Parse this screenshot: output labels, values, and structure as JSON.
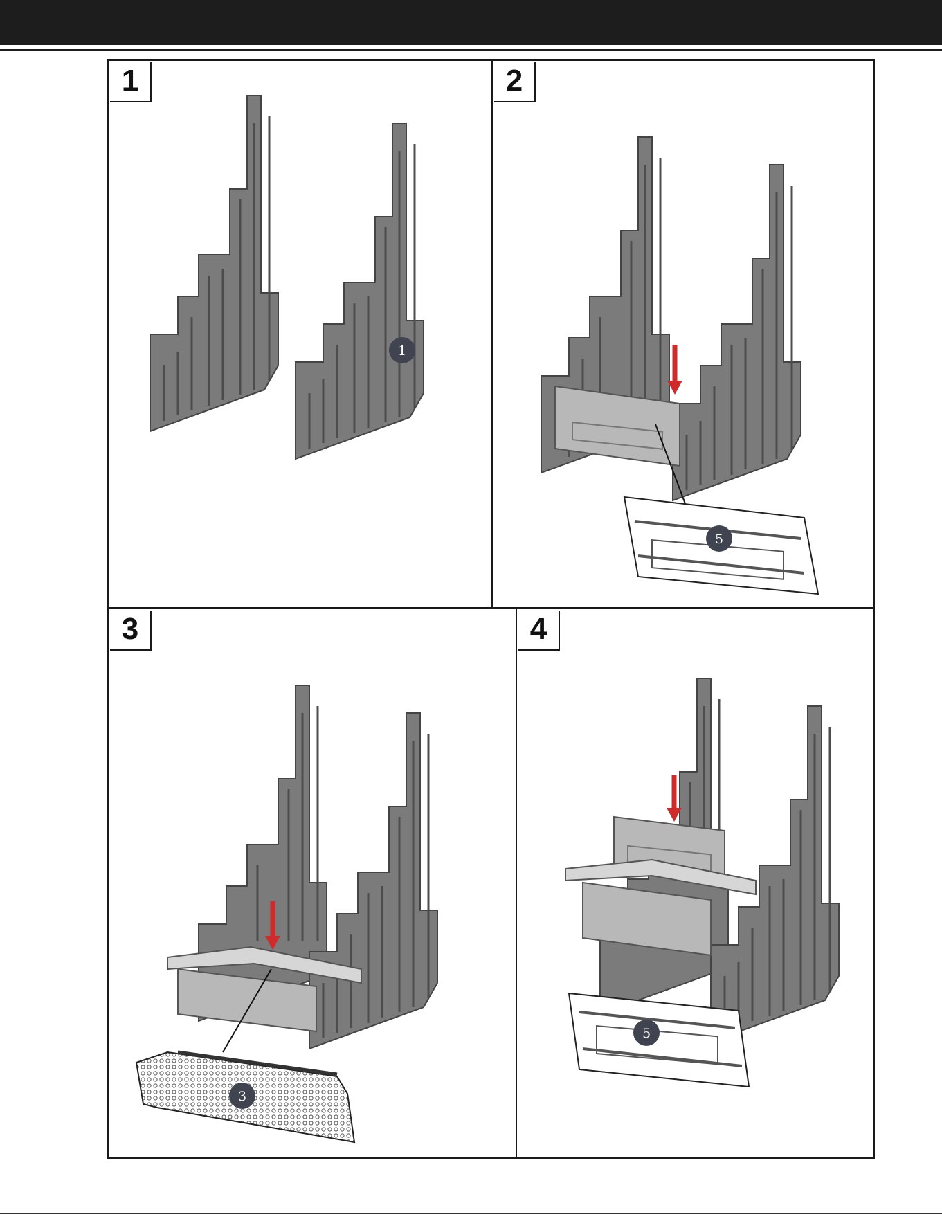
{
  "steps": [
    {
      "number": "1",
      "callouts": [
        "1"
      ]
    },
    {
      "number": "2",
      "callouts": [
        "5"
      ]
    },
    {
      "number": "3",
      "callouts": [
        "3"
      ]
    },
    {
      "number": "4",
      "callouts": [
        "5"
      ]
    }
  ],
  "colors": {
    "header": "#1d1d1d",
    "grate": "#7b7b7b",
    "grate_dark": "#4d4d4d",
    "plate": "#b8b8b8",
    "arrow": "#d02a2a",
    "callout": "#3f4450"
  },
  "icons": [
    "grate-side-piece",
    "back-plate",
    "mesh-shelf",
    "down-arrow"
  ]
}
